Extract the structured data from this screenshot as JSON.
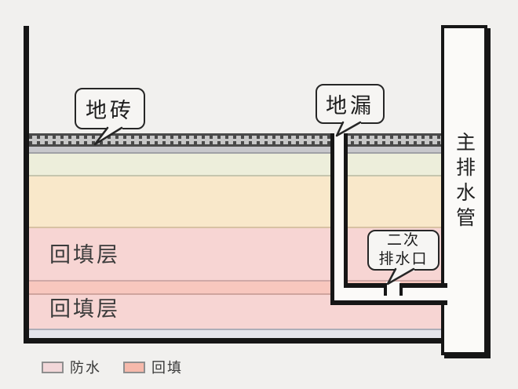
{
  "callouts": {
    "tile": "地砖",
    "floor_drain": "地漏",
    "secondary_outlet_line1": "二次",
    "secondary_outlet_line2": "排水口"
  },
  "pipes": {
    "main_drain_label": "主排水管"
  },
  "layers": {
    "backfill_label_1": "回填层",
    "backfill_label_2": "回填层"
  },
  "legend": {
    "items": [
      {
        "label": "防水",
        "color": "#f2d7d9"
      },
      {
        "label": "回填",
        "color": "#f6b9ab"
      }
    ]
  },
  "colors": {
    "canvas_bg": "#f1f0ee",
    "frame": "#161616",
    "outline": "#262626",
    "tile_base": "#c6c6c6",
    "tile_dark": "#4a4a4a",
    "grout_gray": "#c7c7cb",
    "screed_green": "#edeedb",
    "mortar_cream": "#f9e8ca",
    "waterproof_pink": "#f7d5d3",
    "backfill_salmon": "#f8c7be",
    "base_lavender": "#e4e4eb",
    "pipe_white": "#fbfaf8",
    "bubble_fill": "#f6f5f3"
  }
}
